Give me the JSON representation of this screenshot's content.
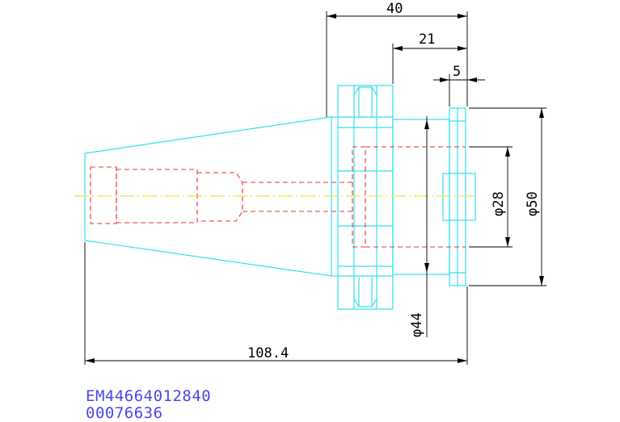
{
  "dimensions": {
    "total_length": "108.4",
    "flange_length": "40",
    "body_length": "21",
    "step_length": "5",
    "dia_outer": "φ50",
    "dia_bore": "φ28",
    "dia_flange": "φ44"
  },
  "codes": {
    "part_number": "EM44664012840",
    "serial": "00076636"
  },
  "colors": {
    "outline": "#33e0ee",
    "hidden": "#ee3333",
    "centerline": "#f0e040",
    "dimension": "#000000",
    "code_text": "#4848e8"
  }
}
